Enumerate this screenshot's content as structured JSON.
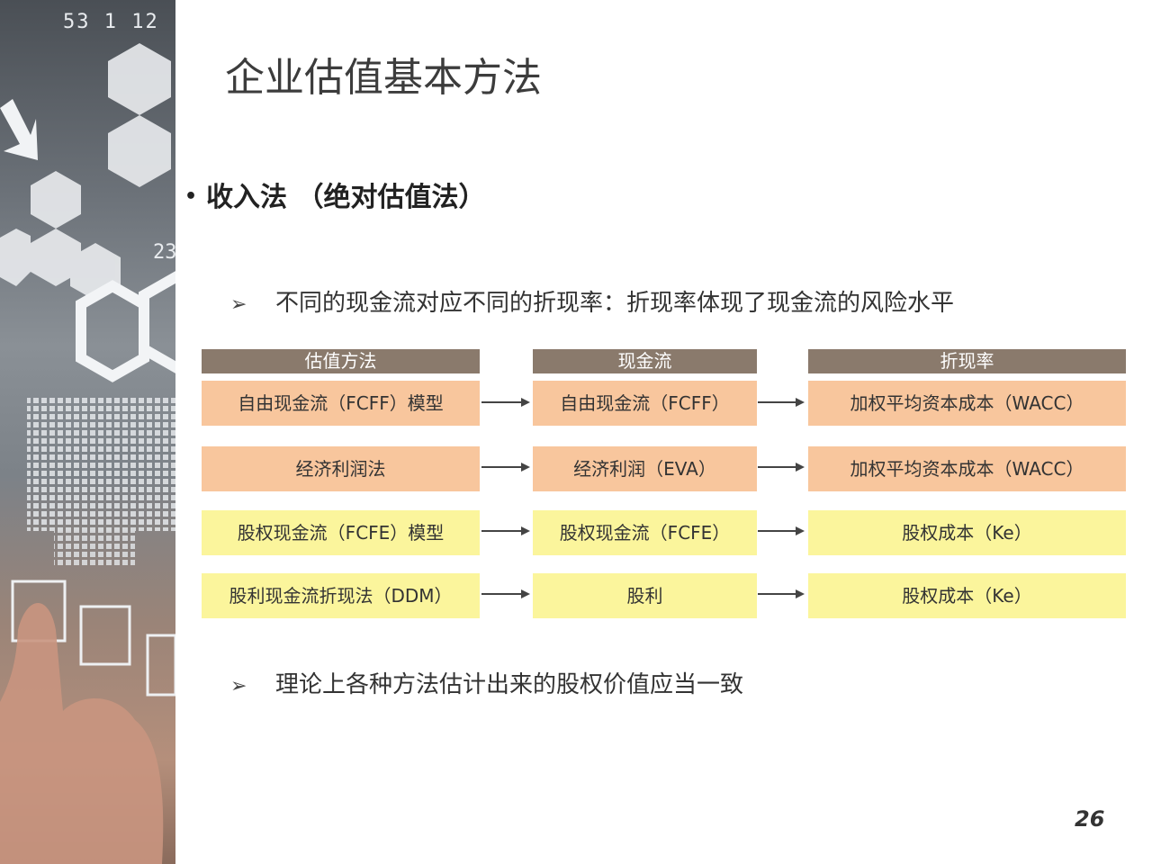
{
  "left_panel": {
    "numbers_top": "53  1  12",
    "number_side": "23"
  },
  "title": "企业估值基本方法",
  "section": {
    "bullet": "•",
    "heading": "收入法 （绝对估值法）"
  },
  "points": [
    {
      "marker": "➢",
      "text": "不同的现金流对应不同的折现率：折现率体现了现金流的风险水平"
    },
    {
      "marker": "➢",
      "text": "理论上各种方法估计出来的股权价值应当一致"
    }
  ],
  "table": {
    "headers": [
      "估值方法",
      "现金流",
      "折现率"
    ],
    "rows": [
      {
        "method": "自由现金流（FCFF）模型",
        "cashflow": "自由现金流（FCFF）",
        "rate": "加权平均资本成本（WACC）",
        "color": "#f8c69d"
      },
      {
        "method": "经济利润法",
        "cashflow": "经济利润（EVA）",
        "rate": "加权平均资本成本（WACC）",
        "color": "#f8c69d"
      },
      {
        "method": "股权现金流（FCFE）模型",
        "cashflow": "股权现金流（FCFE）",
        "rate": "股权成本（Ke）",
        "color": "#fbf59c"
      },
      {
        "method": "股利现金流折现法（DDM）",
        "cashflow": "股利",
        "rate": "股权成本（Ke）",
        "color": "#fbf59c"
      }
    ],
    "header_color": "#8a7a6c"
  },
  "page_number": "26"
}
